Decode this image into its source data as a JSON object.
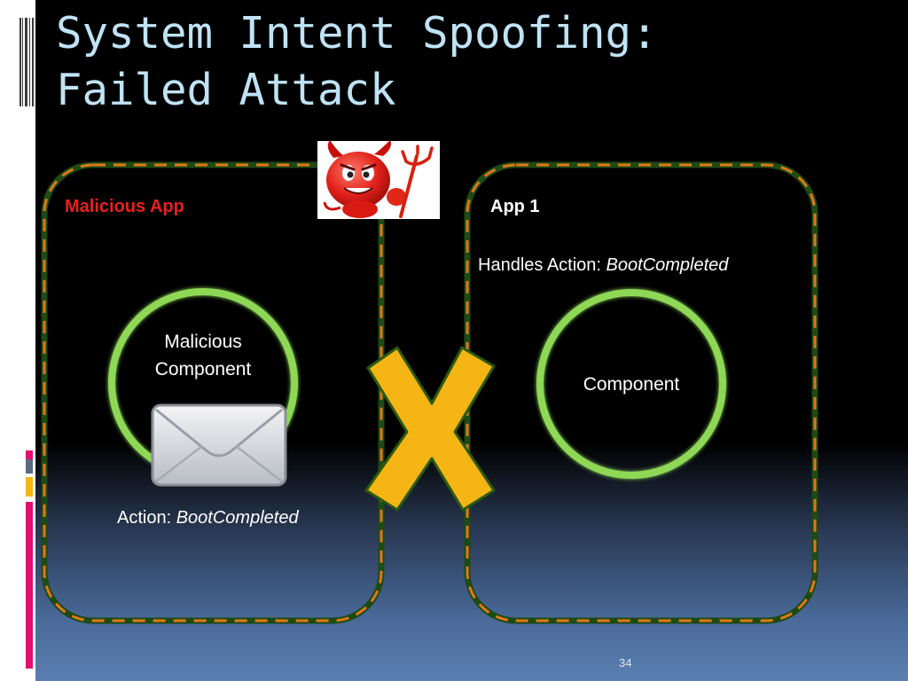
{
  "slide": {
    "title_line1": "System Intent Spoofing:",
    "title_line2": "Failed Attack",
    "page_number": "34"
  },
  "diagram": {
    "malicious_app": {
      "label": "Malicious App",
      "component_label": "Malicious Component",
      "action_prefix": "Action: ",
      "action_value": "BootCompleted"
    },
    "app1": {
      "label": "App 1",
      "handles_prefix": "Handles Action: ",
      "handles_value": "BootCompleted",
      "component_label": "Component"
    },
    "icons": [
      "devil-icon",
      "envelope-icon",
      "x-mark-icon"
    ]
  },
  "colors": {
    "title": "#bfe3f5",
    "malicious_label": "#e8201c",
    "dashed_border": "#e07818",
    "component_ring": "#8ed856",
    "x_mark": "#f5b514",
    "side_bar_pink": "#e0106e",
    "side_bar_yellow": "#f5b514",
    "side_bar_gray": "#5a6a80"
  }
}
